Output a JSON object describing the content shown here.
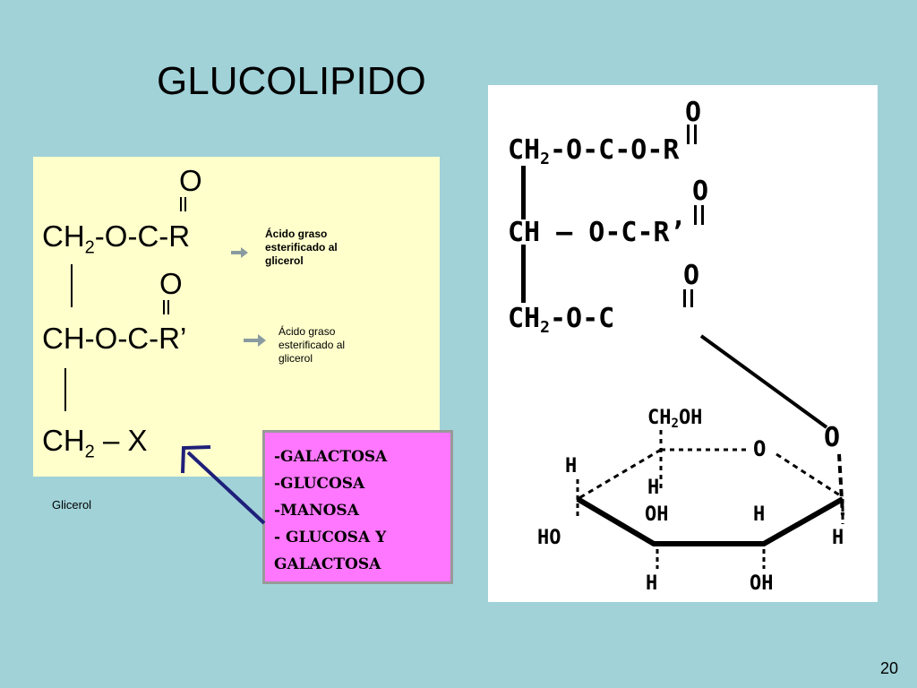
{
  "title": "GLUCOLIPIDO",
  "formula": {
    "oxygen_1": "O",
    "line1": {
      "a": "CH",
      "sub": "2",
      "b": "-O-C-R"
    },
    "oxygen_2": "O",
    "line2": "CH-O-C-R’",
    "line3": {
      "a": "CH",
      "sub": "2",
      "b": " – X"
    }
  },
  "notes": {
    "ester_1": [
      "Ácido graso",
      "esterificado al",
      "glicerol"
    ],
    "ester_2": [
      "Ácido graso",
      "esterificado al",
      "glicerol"
    ]
  },
  "sugars": [
    "-GALACTOSA",
    "-GLUCOSA",
    "-MANOSA",
    "- GLUCOSA Y",
    "GALACTOSA"
  ],
  "caption": "Glicerol",
  "page_number": "20",
  "structure": {
    "o_top1": "O",
    "row1_a": "CH",
    "row1_sub": "2",
    "row1_b": "-O-C-O-R",
    "o_top2": "O",
    "row2": "CH  — O-C-R’",
    "o_top3": "O",
    "row3_a": "CH",
    "row3_sub": "2",
    "row3_b": "-O-C",
    "link_o": "O",
    "ring_ch2oh_a": "CH",
    "ring_ch2oh_sub": "2",
    "ring_ch2oh_b": "OH",
    "ring_o": "O",
    "h_left": "H",
    "h_c2": "H",
    "oh_c2": "OH",
    "h_c3": "H",
    "ho_left": "HO",
    "h_right": "H",
    "h_bottom1": "H",
    "oh_bottom": "OH"
  },
  "colors": {
    "background": "#a0d2d8",
    "formula_box": "#ffffcc",
    "sugar_box": "#ff77ff",
    "arrow": "#1f1f7a",
    "small_arrow": "#8a9ba0"
  }
}
